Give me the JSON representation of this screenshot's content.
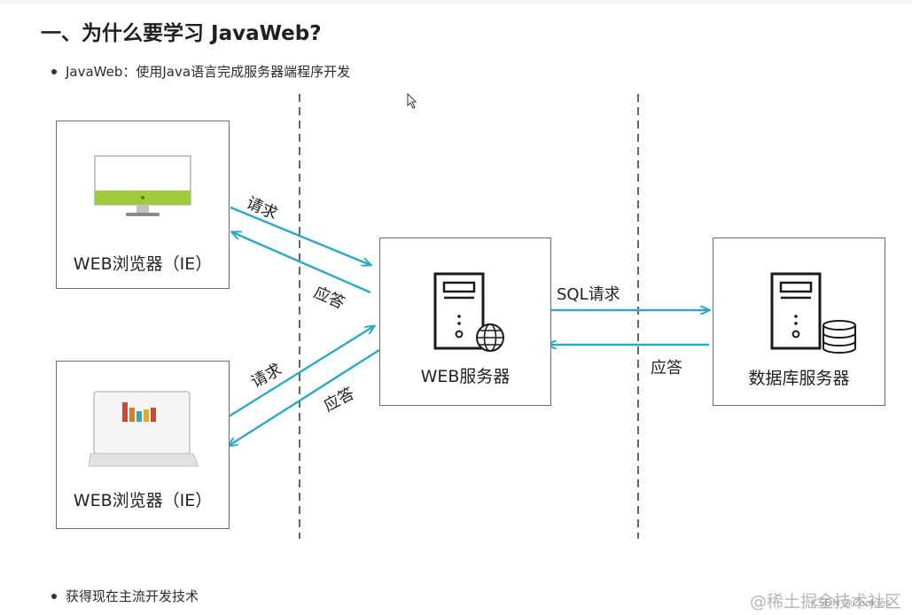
{
  "heading": "一、为什么要学习 JavaWeb?",
  "bullets": [
    "JavaWeb：使用Java语言完成服务器端程序开发",
    "获得现在主流开发技术"
  ],
  "diagram": {
    "browser_top_label": "WEB浏览器（IE）",
    "browser_bottom_label": "WEB浏览器（IE）",
    "web_server_label": "WEB服务器",
    "db_server_label": "数据库服务器",
    "arrows": {
      "request_top": "请求",
      "response_top": "应答",
      "request_bottom": "请求",
      "response_bottom": "应答",
      "sql_request": "SQL请求",
      "db_response": "应答"
    }
  },
  "colors": {
    "arrow": "#2ba8c8",
    "monitor_band": "#9ccc3c",
    "box_border": "#6e6e6e"
  },
  "watermark": "@稀土掘金技术社区",
  "watermark_small": "CSDN @Cookies"
}
